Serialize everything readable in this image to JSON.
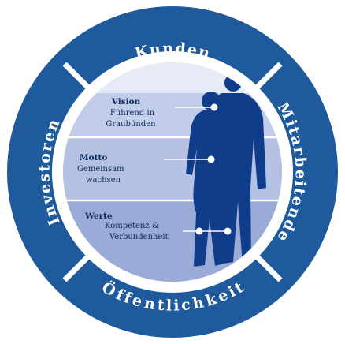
{
  "colors": {
    "ring": "#1e5a9c",
    "ring_dark": "#143f73",
    "inner_disc": "#ffffff",
    "band_light": "#dfe6f4",
    "band_mid": "#b4c1e2",
    "band_deep": "#8a9cd0",
    "silhouette": "#0f3d8a",
    "text": "#0b2a5c"
  },
  "ring": {
    "top": "Kunden",
    "right": "Mitarbeitende",
    "bottom": "Öffentlichkeit",
    "left": "Investoren"
  },
  "center": {
    "vision": {
      "title": "Vision",
      "line1": "Führend in",
      "line2": "Graubünden"
    },
    "motto": {
      "title": "Motto",
      "line1": "Gemeinsam",
      "line2": "wachsen"
    },
    "werte": {
      "title": "Werte",
      "line1": "Kompetenz &",
      "line2": "Verbundenheit"
    }
  }
}
